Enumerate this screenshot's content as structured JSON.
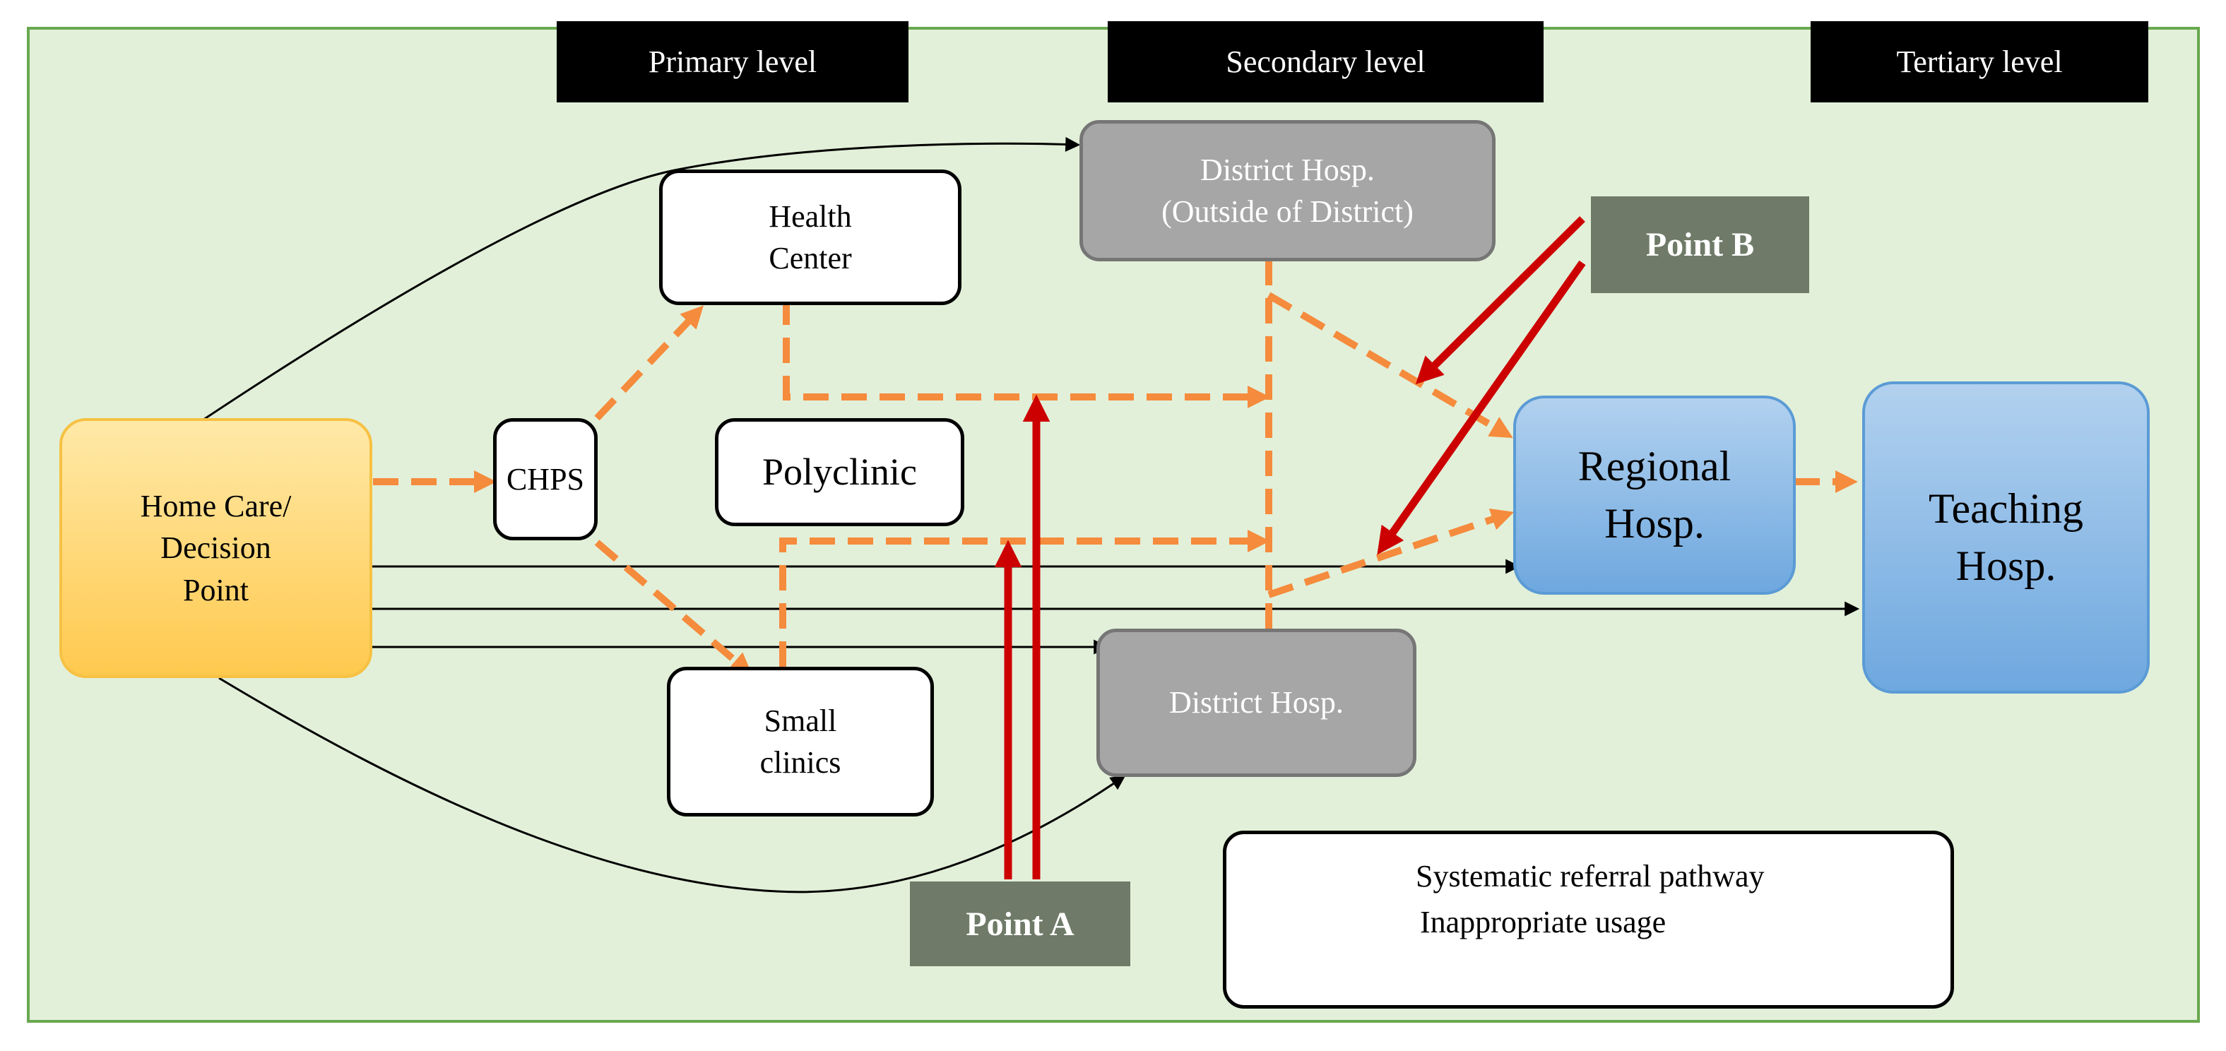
{
  "levels": {
    "primary": "Primary level",
    "secondary": "Secondary level",
    "tertiary": "Tertiary level"
  },
  "nodes": {
    "home_care": "Home Care/\nDecision\nPoint",
    "chps": "CHPS",
    "health_center": "Health\nCenter",
    "polyclinic": "Polyclinic",
    "small_clinics": "Small\nclinics",
    "district_outside": "District Hosp.\n(Outside of District)",
    "district": "District Hosp.",
    "regional": "Regional\nHosp.",
    "teaching": "Teaching\nHosp."
  },
  "points": {
    "a": "Point A",
    "b": "Point B"
  },
  "legend": {
    "systematic": "Systematic referral pathway",
    "inappropriate": "Inappropriate usage"
  },
  "colors": {
    "background": "#e2f0d9",
    "referral_dashed": "#f58b3c",
    "inappropriate_line": "#000000",
    "point_arrow": "#cc0000",
    "secondary_box": "#a6a6a6",
    "tertiary_box": "#9dc3e6",
    "home_box": "#ffd966"
  }
}
